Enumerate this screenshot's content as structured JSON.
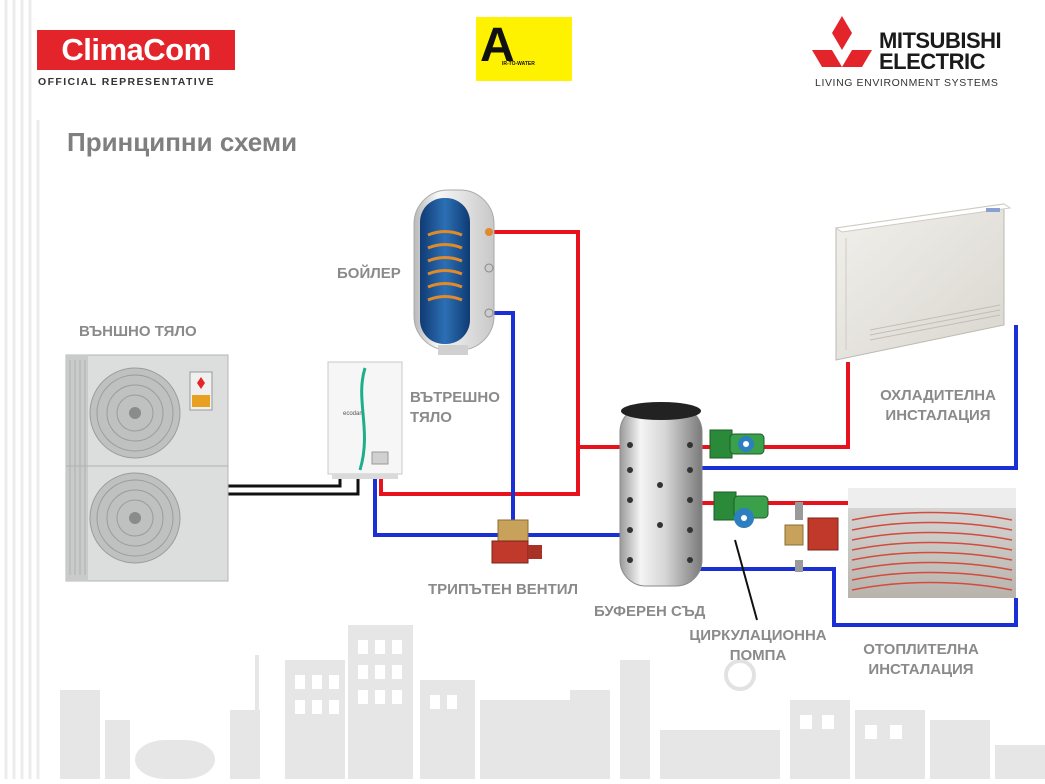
{
  "header": {
    "climacom_logo": "ClimaCom",
    "climacom_tagline": "OFFICIAL REPRESENTATIVE",
    "a2w_letter": "A",
    "a2w_text": "IR-TO-WATER",
    "mitsubishi_line1": "MITSUBISHI",
    "mitsubishi_line2": "ELECTRIC",
    "mitsubishi_tagline": "LIVING ENVIRONMENT SYSTEMS"
  },
  "title": "Принципни схеми",
  "labels": {
    "outdoor_unit": "ВЪНШНО ТЯЛО",
    "boiler": "БОЙЛЕР",
    "indoor_unit_line1": "ВЪТРЕШНО",
    "indoor_unit_line2": "ТЯЛО",
    "three_way_valve": "ТРИПЪТЕН ВЕНТИЛ",
    "buffer_tank": "БУФЕРЕН СЪД",
    "circulation_pump_line1": "ЦИРКУЛАЦИОННА",
    "circulation_pump_line2": "ПОМПА",
    "cooling_line1": "ОХЛАДИТЕЛНА",
    "cooling_line2": "ИНСТАЛАЦИЯ",
    "heating_line1": "ОТОПЛИТЕЛНА",
    "heating_line2": "ИНСТАЛАЦИЯ",
    "indoor_unit_brand": "ecodan"
  },
  "colors": {
    "hot_pipe": "#e8121c",
    "cold_pipe": "#1a2fd6",
    "label_text": "#8a8a8a",
    "brand_red": "#e4242b",
    "skyline": "#e6e6e6"
  },
  "icons": {
    "mitsubishi_logo": "three-diamonds-logo",
    "pump": "circulation-pump-icon",
    "valve": "three-way-valve-icon",
    "sun": "sun-icon"
  }
}
